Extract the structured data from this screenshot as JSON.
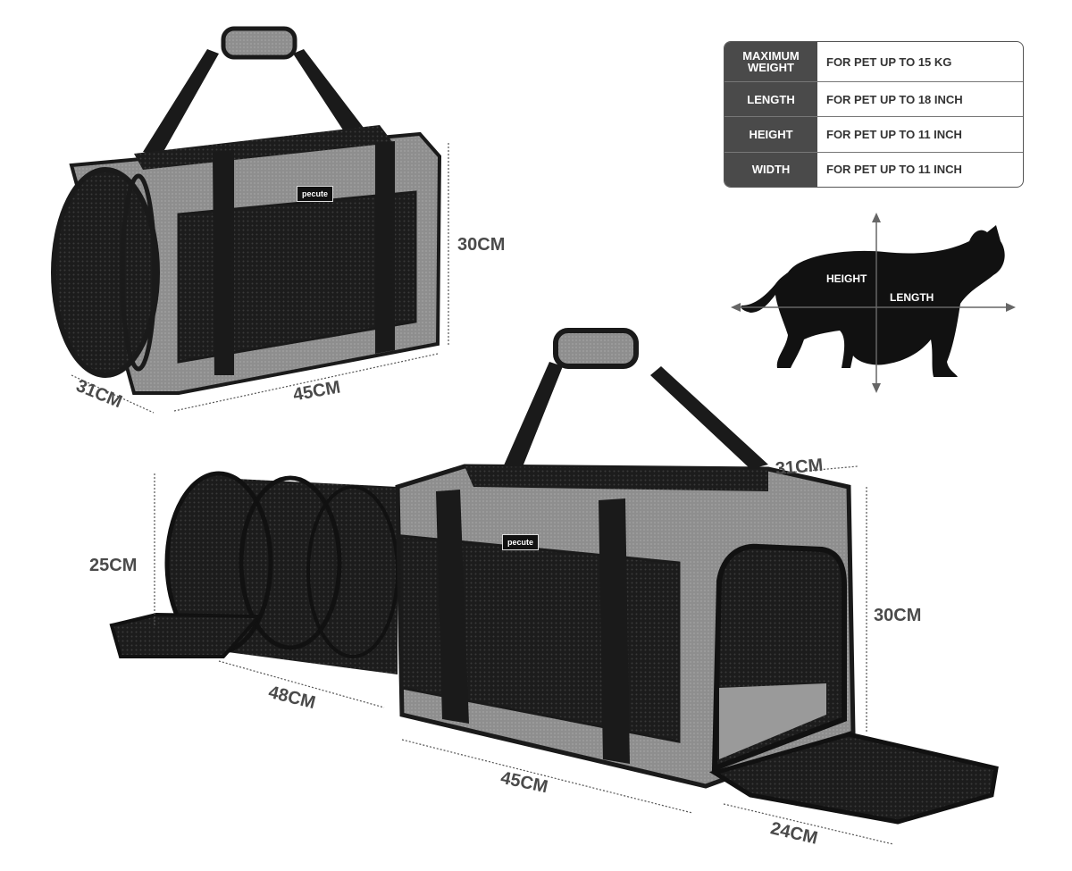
{
  "specs": [
    {
      "label": "MAXIMUM WEIGHT",
      "value": "FOR PET UP TO 15 KG"
    },
    {
      "label": "LENGTH",
      "value": "FOR PET UP TO 18 INCH"
    },
    {
      "label": "HEIGHT",
      "value": "FOR PET UP TO 11 INCH"
    },
    {
      "label": "WIDTH",
      "value": "FOR PET UP TO 11 INCH"
    }
  ],
  "cat_diagram": {
    "height_label": "HEIGHT",
    "length_label": "LENGTH"
  },
  "dimensions_top": {
    "height": "30CM",
    "depth": "31CM",
    "length": "45CM"
  },
  "dimensions_bottom": {
    "tunnel_height": "25CM",
    "tunnel_length": "48CM",
    "depth": "31CM",
    "height": "30CM",
    "length": "45CM",
    "door": "24CM"
  },
  "brand": "pecute",
  "colors": {
    "fabric": "#8d8d8d",
    "trim": "#1a1a1a",
    "mesh": "#222222",
    "text": "#4a4a4a"
  }
}
